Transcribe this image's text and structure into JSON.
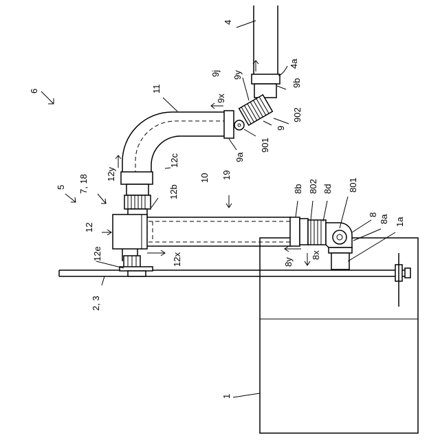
{
  "labels": {
    "l_4": "4",
    "l_4a": "4a",
    "l_9j": "9j",
    "l_9y": "9y",
    "l_9b": "9b",
    "l_6": "6",
    "l_11": "11",
    "l_9x": "9x",
    "l_902": "902",
    "l_9": "9",
    "l_901": "901",
    "l_9a": "9a",
    "l_12c": "12c",
    "l_12y": "12y",
    "l_5": "5",
    "l_7_18": "7, 18",
    "l_10": "10",
    "l_19": "19",
    "l_8b": "8b",
    "l_802": "802",
    "l_8d": "8d",
    "l_801": "801",
    "l_12b": "12b",
    "l_12": "12",
    "l_8": "8",
    "l_8a": "8a",
    "l_1a": "1a",
    "l_12e": "12e",
    "l_12x": "12x",
    "l_8y": "8y",
    "l_8x": "8x",
    "l_2_3": "2, 3",
    "l_1": "1"
  }
}
